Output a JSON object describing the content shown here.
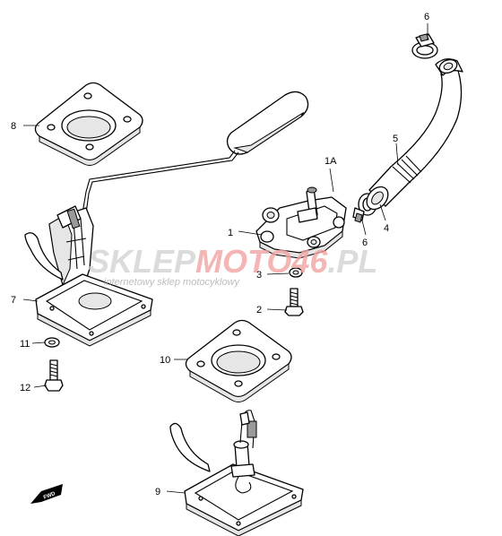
{
  "parts": [
    {
      "id": "p1a",
      "label": "1A"
    },
    {
      "id": "p1",
      "label": "1"
    },
    {
      "id": "p2",
      "label": "2"
    },
    {
      "id": "p3",
      "label": "3"
    },
    {
      "id": "p4",
      "label": "4"
    },
    {
      "id": "p5",
      "label": "5"
    },
    {
      "id": "p6a",
      "label": "6"
    },
    {
      "id": "p6b",
      "label": "6"
    },
    {
      "id": "p7",
      "label": "7"
    },
    {
      "id": "p8",
      "label": "8"
    },
    {
      "id": "p9",
      "label": "9"
    },
    {
      "id": "p10",
      "label": "10"
    },
    {
      "id": "p11",
      "label": "11"
    },
    {
      "id": "p12",
      "label": "12"
    }
  ],
  "watermark": {
    "brand_part1": "SKLEP",
    "brand_part2": "MOTO",
    "brand_part3": "46",
    "brand_part4": ".PL",
    "tagline": "internetowy sklep motocyklowy"
  },
  "badge": {
    "text": "FWD"
  },
  "colors": {
    "line": "#000000",
    "watermark_grey": "#cfcfcf",
    "watermark_red": "#f2a3a3"
  }
}
